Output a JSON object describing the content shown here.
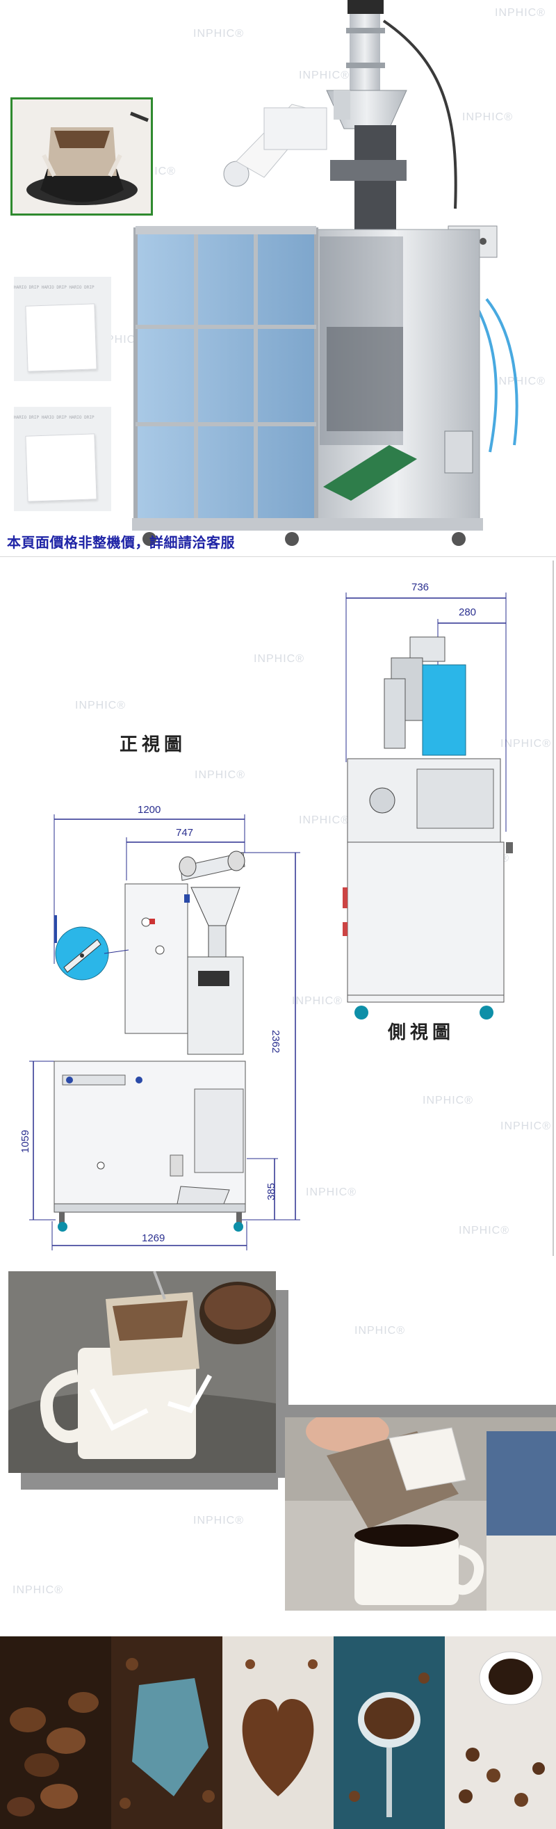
{
  "watermark": "INPHIC®",
  "hero": {
    "notice_text": "本頁面價格非整機價，詳細請洽客服",
    "filter_print": "HARIO DRIP HARIO DRIP HARIO DRIP"
  },
  "drawings": {
    "front_view_title": "正視圖",
    "side_view_title": "側視圖",
    "side_dims": {
      "overall_width": "736",
      "top_width": "280"
    },
    "front_dims": {
      "top_width": "1200",
      "inner_width": "747",
      "height": "2362",
      "table_height": "1059",
      "leg_height": "385",
      "base_width": "1269"
    }
  },
  "colors": {
    "notice_blue": "#1f24a6",
    "dimension_blue": "#2a2f8f",
    "hopper_cyan": "#2bb6e8",
    "machine_steel": "#d4d8dc",
    "glass_blue": "#8fb8dc",
    "conveyor_green": "#2e7d4a",
    "inset_border_green": "#2f8a2f"
  },
  "icons": {
    "drip_bag_photo": "drip-coffee-bag-icon",
    "blade_detail": "cutter-blade-icon"
  }
}
